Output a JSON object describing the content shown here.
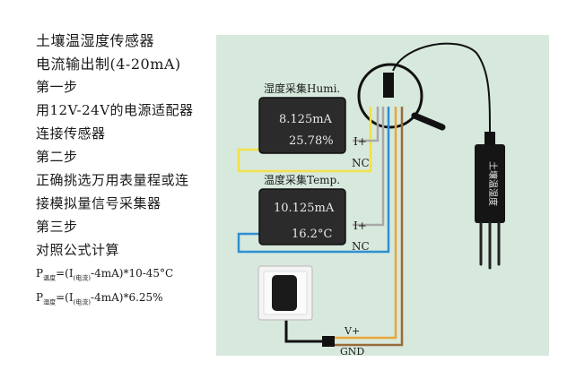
{
  "instructions": {
    "title": "土壤温湿度传感器",
    "output": "电流输出制(4-20mA)",
    "step1": "第一步",
    "step1_text": "用12V-24V的电源适配器",
    "step1_text2": "连接传感器",
    "step2": "第二步",
    "step2_text": "正确挑选万用表量程或连",
    "step2_text2": "接模拟量信号采集器",
    "step3": "第三步",
    "step3_text": "对照公式计算",
    "formula_temp": {
      "p": "P",
      "p_sub": "温度",
      "mid": "=(I",
      "i_sub": "(电流)",
      "rest": "-4mA)*10-45°C"
    },
    "formula_humi": {
      "p": "P",
      "p_sub": "湿度",
      "mid": "=(I",
      "i_sub": "(电流)",
      "rest": "-4mA)*6.25%"
    }
  },
  "diagram": {
    "humi_label": "湿度采集Humi.",
    "humi_current": "8.125mA",
    "humi_value": "25.78%",
    "temp_label": "温度采集Temp.",
    "temp_current": "10.125mA",
    "temp_value": "16.2°C",
    "i_plus_1": "I+",
    "nc_1": "NC",
    "i_plus_2": "I+",
    "nc_2": "NC",
    "v_plus": "V+",
    "gnd": "GND",
    "probe_label": "土壤温湿度",
    "colors": {
      "panel_bg": "#d7e8dd",
      "yellow_wire": "#f2e04a",
      "blue_wire": "#2f8fd0",
      "gray_wire": "#a8a8a8",
      "brown_wire": "#9a6a3a",
      "orange_wire": "#e8a53c",
      "black_wire": "#111111",
      "meter_bg": "#2b2b2b"
    }
  }
}
